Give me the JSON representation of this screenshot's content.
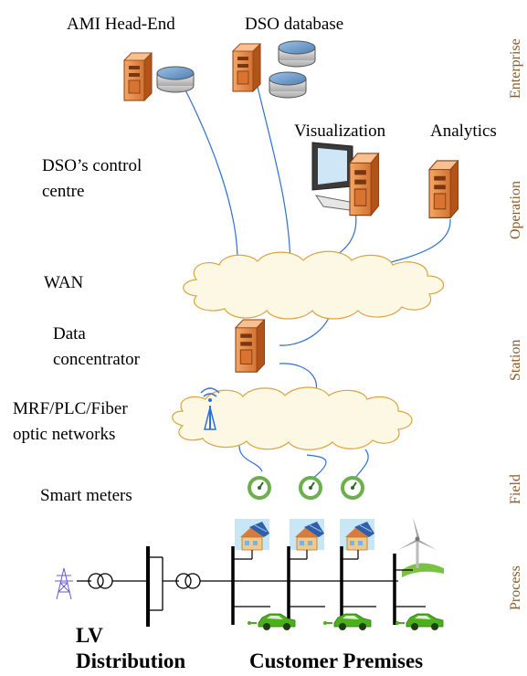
{
  "labels": {
    "ami_head_end": "AMI Head-End",
    "dso_database": "DSO database",
    "visualization": "Visualization",
    "analytics": "Analytics",
    "dso_control_centre_l1": "DSO’s control",
    "dso_control_centre_l2": "centre",
    "wan": "WAN",
    "data_concentrator_l1": "Data",
    "data_concentrator_l2": "concentrator",
    "networks_l1": "MRF/PLC/Fiber",
    "networks_l2": "optic networks",
    "smart_meters": "Smart meters",
    "lv_l1": "LV",
    "lv_l2": "Distribution",
    "customer_premises": "Customer Premises"
  },
  "layers": [
    "Enterprise",
    "Operation",
    "Station",
    "Field",
    "Process"
  ],
  "colors": {
    "layer_text": "#8b5a2b",
    "link_line": "#2e6fd6",
    "server_orange": "#e8853d",
    "cloud_fill": "#fdf8e4",
    "cloud_stroke": "#d9a441",
    "meter_green": "#6ab04c",
    "car_green": "#4caf1e"
  }
}
